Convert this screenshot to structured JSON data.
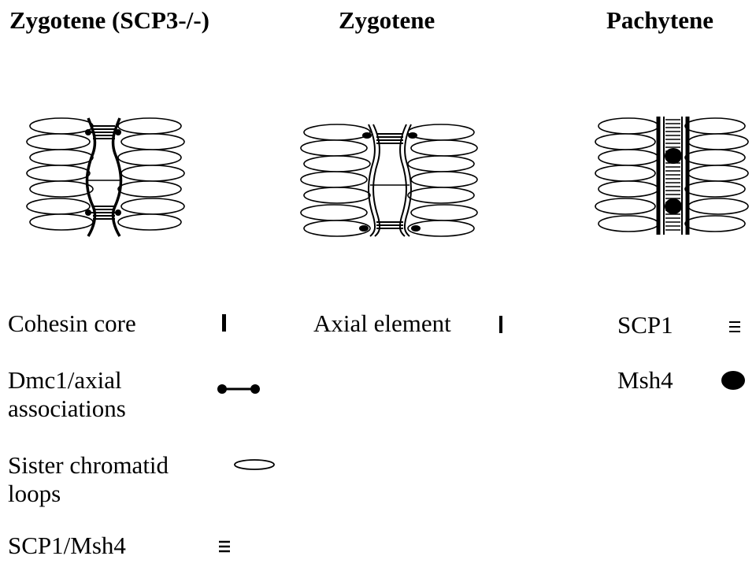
{
  "panels": [
    {
      "title": "Zygotene (SCP3-/-)"
    },
    {
      "title": "Zygotene"
    },
    {
      "title": "Pachytene"
    }
  ],
  "legend": {
    "cohesin_core": "Cohesin core",
    "dmc1_line1": "Dmc1/axial",
    "dmc1_line2": "associations",
    "loops_line1": "Sister chromatid",
    "loops_line2": "loops",
    "scp1_msh4": "SCP1/Msh4",
    "axial_element": "Axial element",
    "scp1": "SCP1",
    "msh4": "Msh4"
  }
}
